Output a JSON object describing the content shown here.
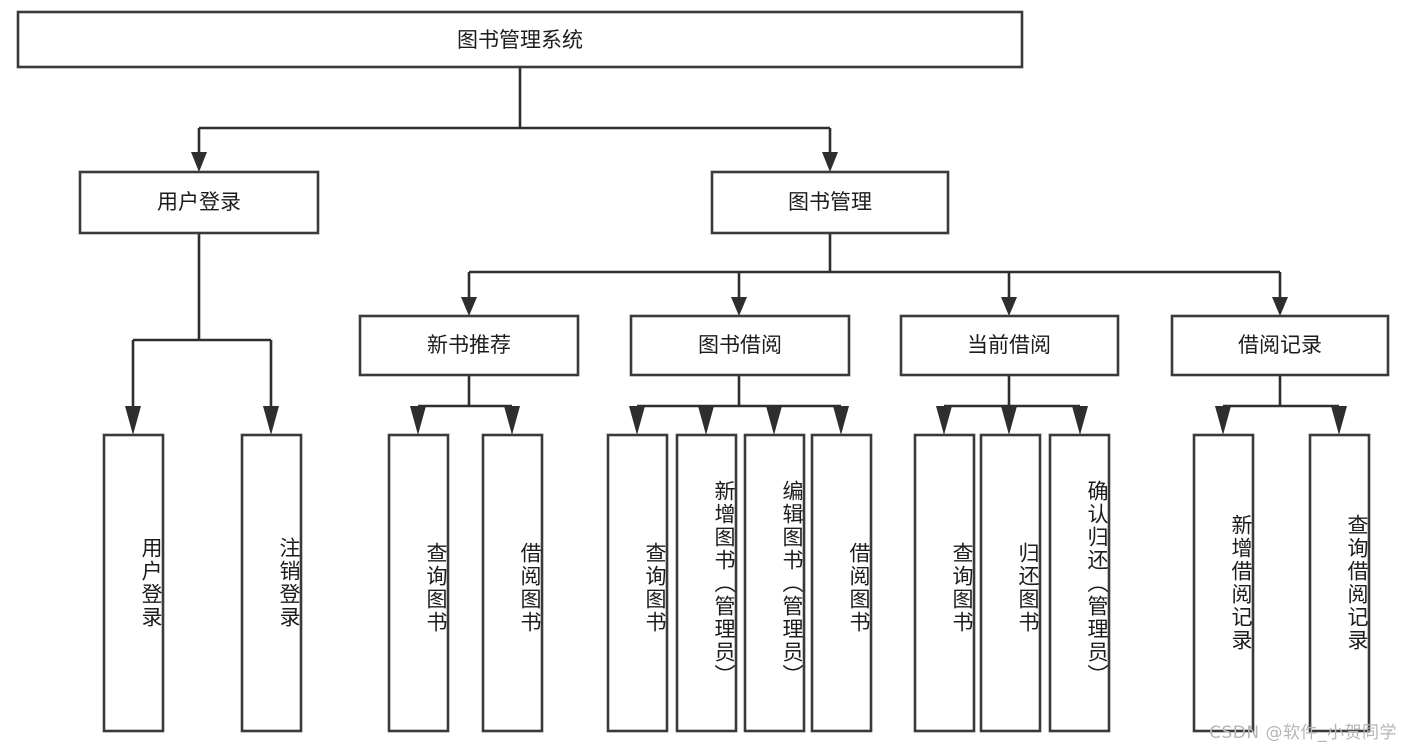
{
  "diagram": {
    "type": "tree-hierarchy-chart",
    "title": "图书管理系统",
    "background_color": "#ffffff",
    "line_color": "#2e2e2e",
    "box_fill": "#ffffff",
    "box_stroke": "#3a3a3a",
    "text_color": "#1c1c1c",
    "root": {
      "label": "图书管理系统"
    },
    "level2": [
      {
        "label": "用户登录"
      },
      {
        "label": "图书管理"
      }
    ],
    "level3": [
      {
        "label": "新书推荐"
      },
      {
        "label": "图书借阅"
      },
      {
        "label": "当前借阅"
      },
      {
        "label": "借阅记录"
      }
    ],
    "leaves": {
      "user_login": [
        {
          "label": "用户登录"
        },
        {
          "label": "注销登录"
        }
      ],
      "new_book_recommend": [
        {
          "label": "查询图书"
        },
        {
          "label": "借阅图书"
        }
      ],
      "book_borrow": [
        {
          "label": "查询图书"
        },
        {
          "label": "新增图书（管理员）"
        },
        {
          "label": "编辑图书（管理员）"
        },
        {
          "label": "借阅图书"
        }
      ],
      "current_borrow": [
        {
          "label": "查询图书"
        },
        {
          "label": "归还图书"
        },
        {
          "label": "确认归还（管理员）"
        }
      ],
      "borrow_record": [
        {
          "label": "新增借阅记录"
        },
        {
          "label": "查询借阅记录"
        }
      ]
    }
  },
  "watermark": {
    "text": "CSDN @软件_小贺同学"
  }
}
